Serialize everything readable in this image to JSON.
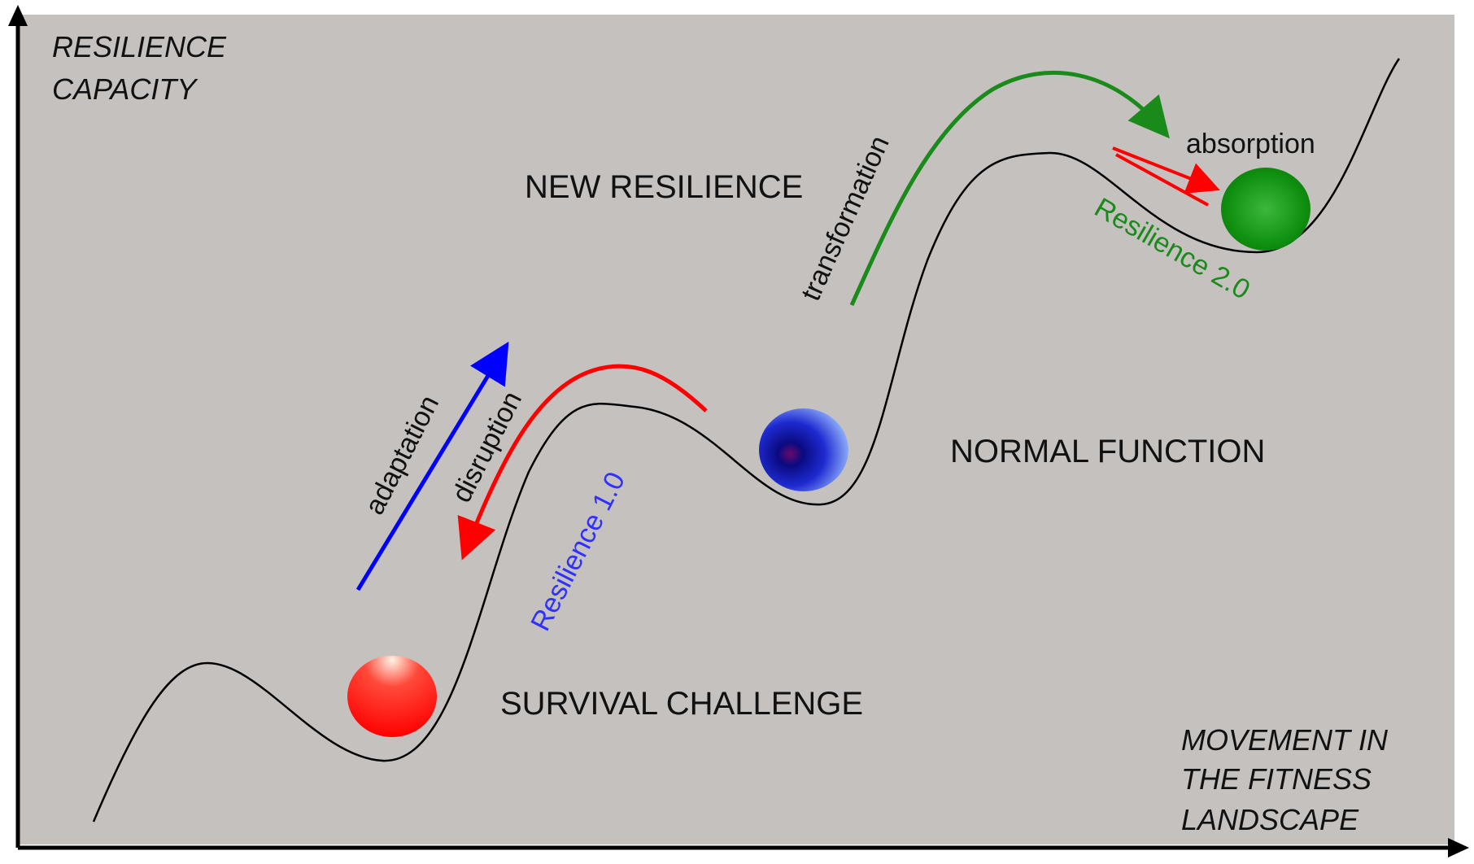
{
  "axes": {
    "y_label_lines": [
      "RESILIENCE",
      "CAPACITY"
    ],
    "x_label_lines": [
      "MOVEMENT IN",
      "THE  FITNESS",
      "LANDSCAPE"
    ]
  },
  "states": {
    "new_resilience": "NEW RESILIENCE",
    "normal_function": "NORMAL FUNCTION",
    "survival_challenge": "SURVIVAL CHALLENGE"
  },
  "processes": {
    "transformation": "transformation",
    "absorption": "absorption",
    "adaptation": "adaptation",
    "disruption": "disruption"
  },
  "resilience_levels": {
    "level_1": "Resilience 1.0",
    "level_2": "Resilience 2.0"
  },
  "colors": {
    "background": "#c4c1bf",
    "curve": "#000000",
    "red": "#ff0000",
    "blue": "#0000ff",
    "green": "#1a8a1a",
    "ball_red": "#ff1010",
    "ball_blue": "#2020c0",
    "ball_green": "#109010"
  }
}
